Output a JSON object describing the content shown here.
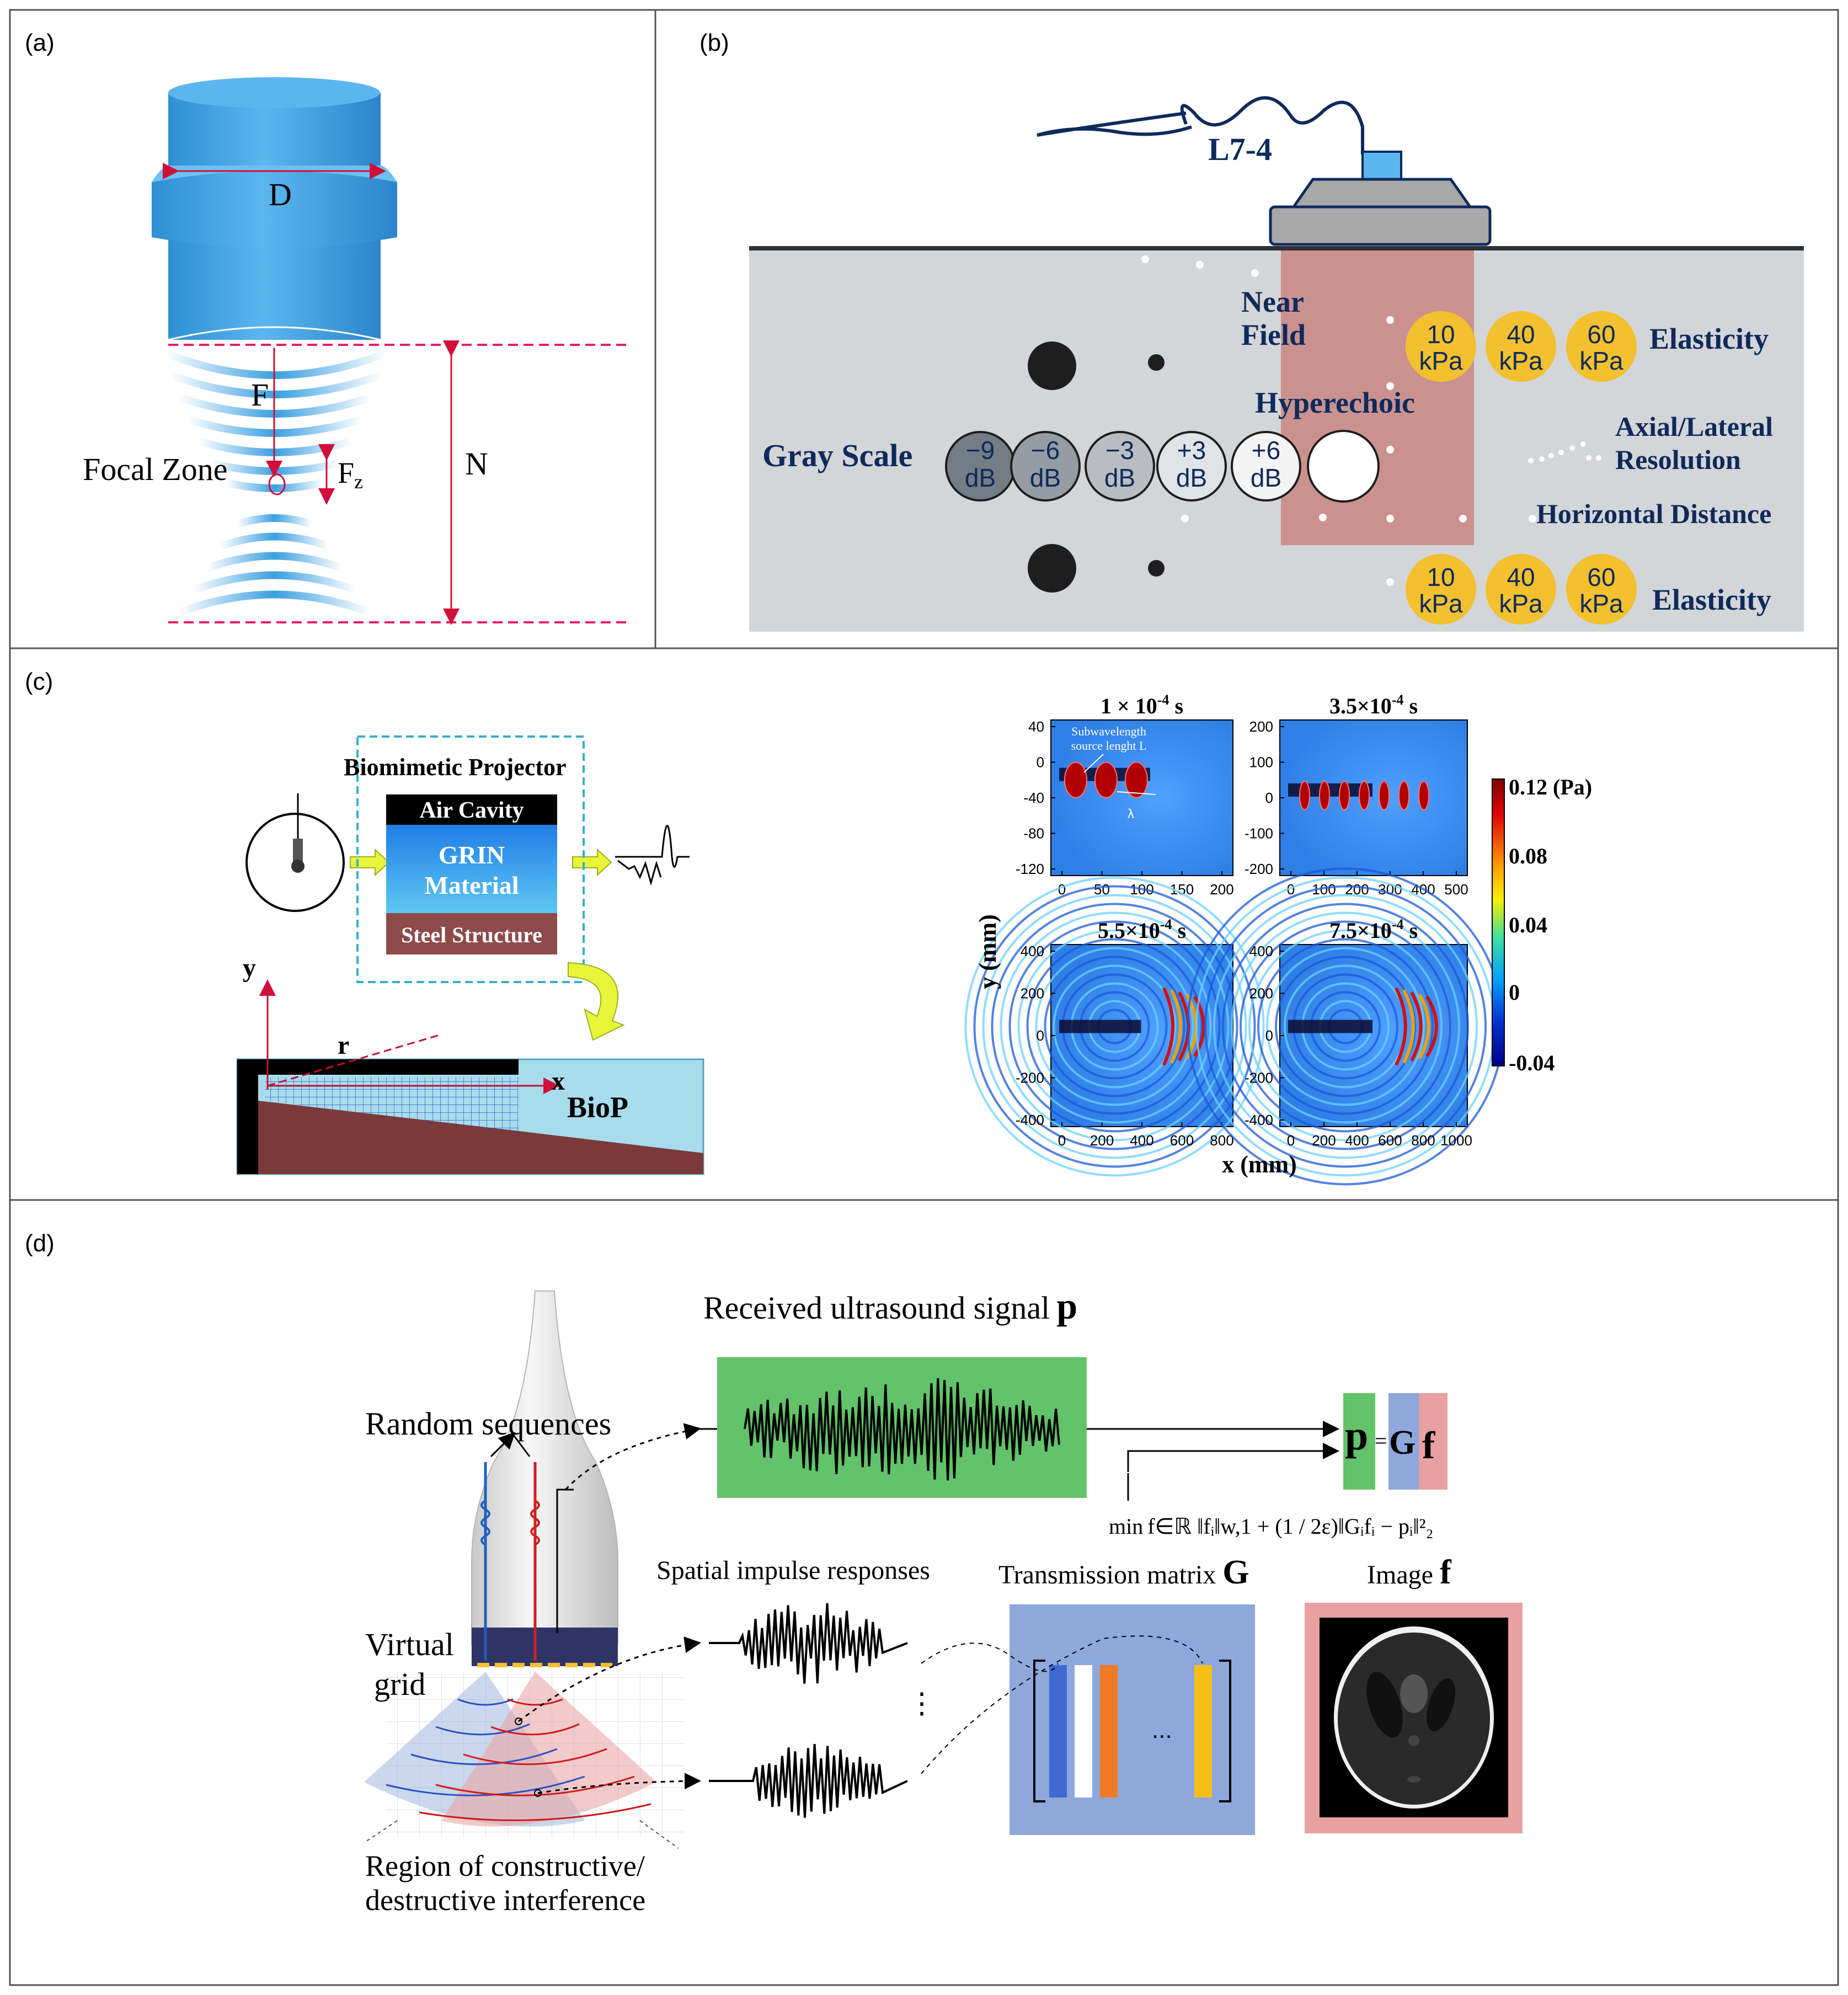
{
  "panels": {
    "a": {
      "label": "(a)",
      "D": "D",
      "F": "F",
      "N": "N",
      "focal_zone": "Focal Zone",
      "fz_main": "F",
      "fz_sub": "z"
    },
    "b": {
      "label": "(b)",
      "probe": "L7-4",
      "near_field_1": "Near",
      "near_field_2": "Field",
      "hyperechoic": "Hyperechoic",
      "gray_scale": "Gray Scale",
      "elasticity_top": "Elasticity",
      "elasticity_bottom": "Elasticity",
      "axial_1": "Axial/Lateral",
      "axial_2": "Resolution",
      "horizontal": "Horizontal Distance",
      "db_circles": [
        {
          "top": "−9",
          "bottom": "dB",
          "color": "#747c86"
        },
        {
          "top": "−6",
          "bottom": "dB",
          "color": "#969ca4"
        },
        {
          "top": "−3",
          "bottom": "dB",
          "color": "#b9bdc2"
        },
        {
          "top": "+3",
          "bottom": "dB",
          "color": "#e1e3e6"
        },
        {
          "top": "+6",
          "bottom": "dB",
          "color": "#f4f4f5"
        }
      ],
      "kpa_top": [
        {
          "top": "10",
          "bottom": "kPa"
        },
        {
          "top": "40",
          "bottom": "kPa"
        },
        {
          "top": "60",
          "bottom": "kPa"
        }
      ],
      "kpa_bottom": [
        {
          "top": "10",
          "bottom": "kPa"
        },
        {
          "top": "40",
          "bottom": "kPa"
        },
        {
          "top": "60",
          "bottom": "kPa"
        }
      ]
    },
    "c": {
      "label": "(c)",
      "biomimetic_projector": "Biomimetic Projector",
      "air_cavity": "Air Cavity",
      "grin_1": "GRIN",
      "grin_2": "Material",
      "steel": "Steel Structure",
      "axis_y": "y",
      "axis_x": "x",
      "axis_r": "r",
      "biop": "BioP",
      "y_axis_label": "y (mm)",
      "x_axis_label": "x (mm)",
      "colorbar_ticks": [
        "0.12 (Pa)",
        "0.08",
        "0.04",
        "0",
        "-0.04"
      ],
      "subplots": [
        {
          "title_main": "1 × 10",
          "title_exp": "-4",
          "title_unit": " s",
          "annotation_1": "Subwavelength",
          "annotation_2": "source lenght L",
          "lambda": "λ",
          "yticks": [
            "40",
            "0",
            "-40",
            "-80",
            "-120"
          ],
          "xticks": [
            "0",
            "50",
            "100",
            "150",
            "200"
          ]
        },
        {
          "title_main": "3.5×10",
          "title_exp": "-4",
          "title_unit": " s",
          "yticks": [
            "200",
            "100",
            "0",
            "-100",
            "-200"
          ],
          "xticks": [
            "0",
            "100",
            "200",
            "300",
            "400",
            "500"
          ]
        },
        {
          "title_main": "5.5×10",
          "title_exp": "-4",
          "title_unit": " s",
          "yticks": [
            "400",
            "200",
            "0",
            "-200",
            "-400"
          ],
          "xticks": [
            "0",
            "200",
            "400",
            "600",
            "800"
          ]
        },
        {
          "title_main": "7.5×10",
          "title_exp": "-4",
          "title_unit": " s",
          "yticks": [
            "400",
            "200",
            "0",
            "-200",
            "-400"
          ],
          "xticks": [
            "0",
            "200",
            "400",
            "600",
            "800",
            "1000"
          ]
        }
      ]
    },
    "d": {
      "label": "(d)",
      "received": "Received ultrasound signal",
      "received_sym": "p",
      "random_sequences": "Random sequences",
      "virtual_1": "Virtual",
      "virtual_2": "grid",
      "spatial": "Spatial impulse responses",
      "transmission": "Transmission matrix",
      "transmission_sym": "G",
      "image": "Image",
      "image_sym": "f",
      "region_1": "Region of constructive/",
      "region_2": "destructive interference",
      "eq_p": "p",
      "eq_eq": "=",
      "eq_G": "G",
      "eq_f": "f",
      "formula": "min f∈ℝ ‖fᵢ‖w,1 + (1 / 2ε)‖Gᵢfᵢ − pᵢ‖²₂",
      "ellipsis_v": "⋮",
      "ellipsis_h": "..."
    }
  },
  "colors": {
    "blue_transducer": "#3a9fe0",
    "pink_dash": "#ec1c6c",
    "probe_gray": "#a8a8a8",
    "phantom_bg": "#d3d5d8",
    "near_field": "#c98583",
    "kpa_gold": "#f3c02e",
    "navy": "#0e2a5b",
    "green_signal": "#62c36a",
    "matrix_blue": "#8ea8dc",
    "image_pink": "#e8a0a0"
  }
}
